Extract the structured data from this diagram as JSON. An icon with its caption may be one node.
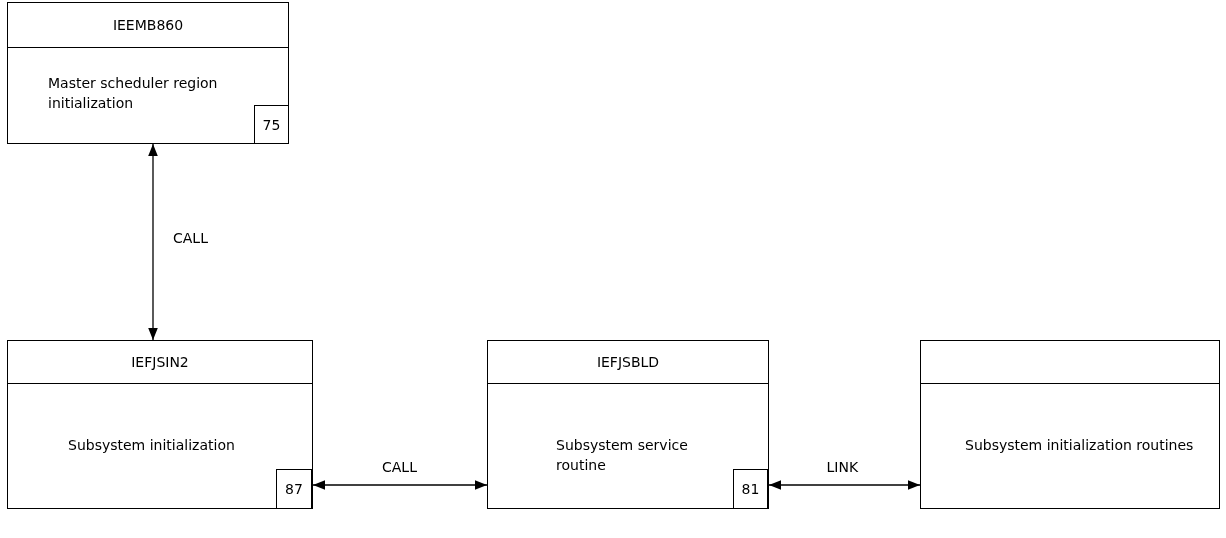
{
  "diagram": {
    "nodes": [
      {
        "text": [
          "IEEMB860",
          "Master scheduler region initialization"
        ]
      },
      {
        "text": [
          "75"
        ],
        "in": 0
      },
      {
        "text": [
          "IEFJSIN2",
          "Subsystem initialization"
        ]
      },
      {
        "text": [
          "87"
        ],
        "in": 2
      },
      {
        "text": [
          "IEFJSBLD",
          "Subsystem service routine"
        ]
      },
      {
        "text": [
          "81"
        ],
        "in": 4
      },
      {
        "text": [
          "Subsystem initialization routines"
        ]
      }
    ],
    "edges": [
      {
        "from": 0,
        "to": 2,
        "arrow": "both",
        "label": "CALL"
      },
      {
        "from": 2,
        "to": 4,
        "arrow": "both",
        "label": "CALL"
      },
      {
        "from": 4,
        "to": 6,
        "arrow": "both",
        "label": "LINK"
      }
    ]
  }
}
